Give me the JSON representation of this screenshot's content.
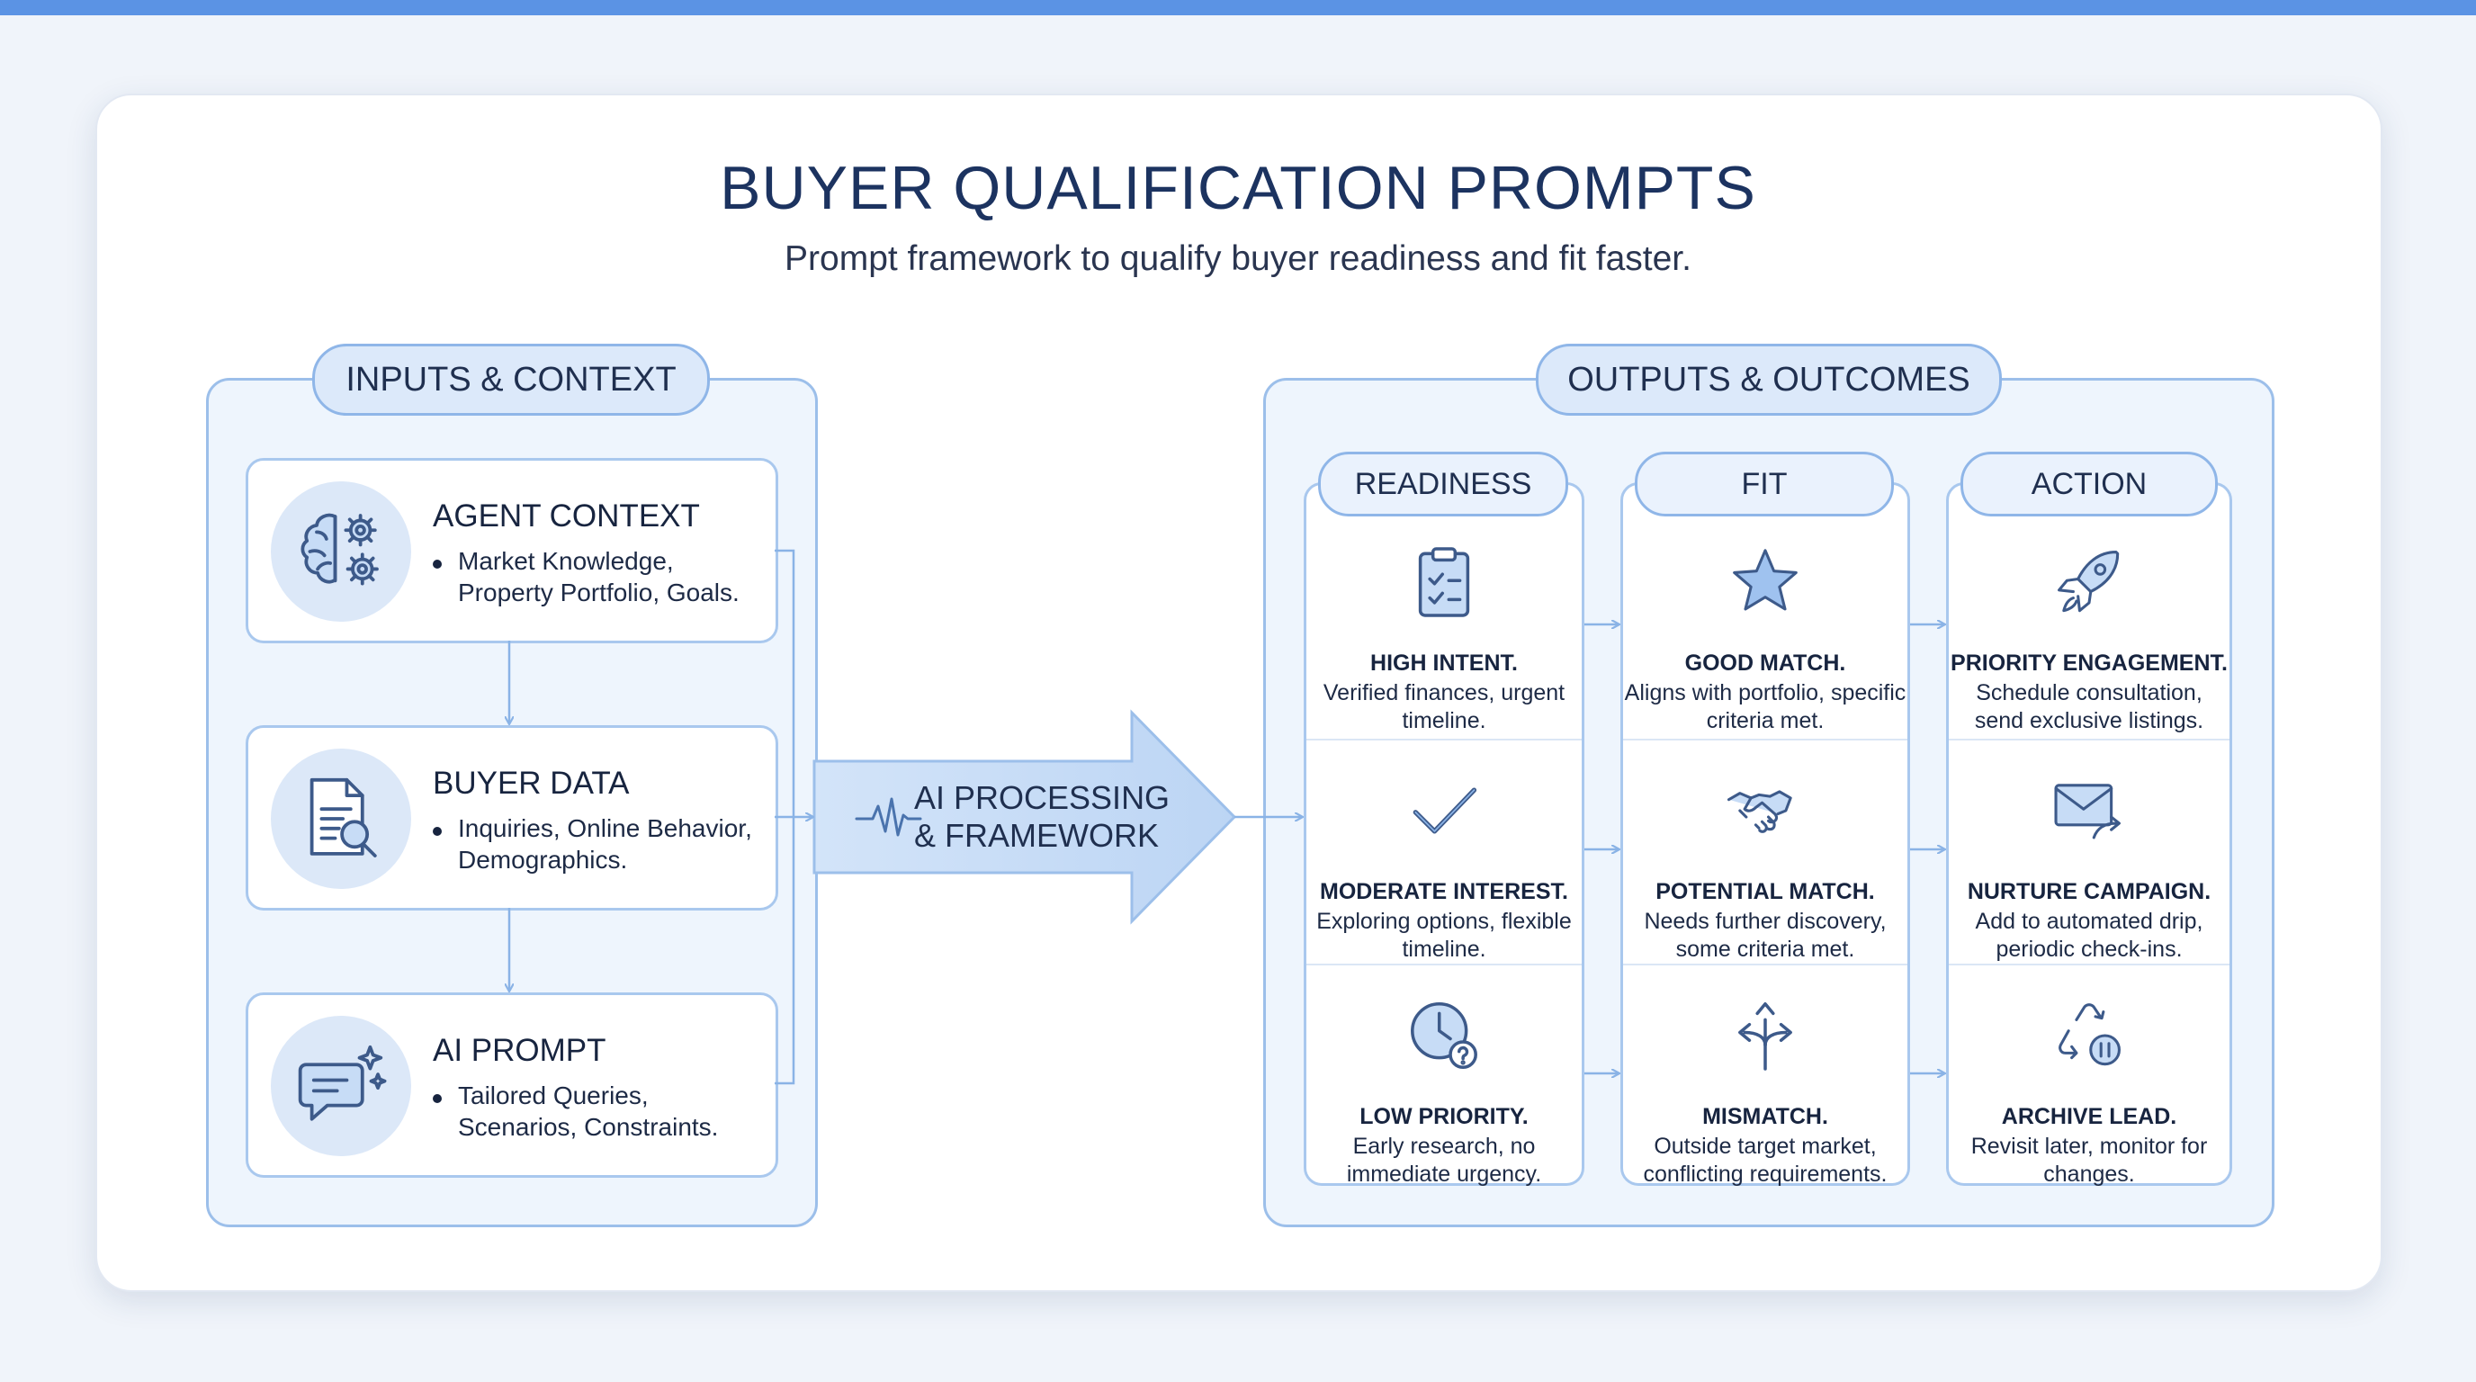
{
  "title": "BUYER QUALIFICATION PROMPTS",
  "subtitle": "Prompt framework to qualify buyer readiness and fit faster.",
  "inputs": {
    "label": "INPUTS & CONTEXT",
    "cards": [
      {
        "title": "AGENT CONTEXT",
        "text": "Market Knowledge, Property Portfolio, Goals.",
        "icon": "brain-gears-icon"
      },
      {
        "title": "BUYER DATA",
        "text": "Inquiries, Online Behavior, Demographics.",
        "icon": "document-search-icon"
      },
      {
        "title": "AI PROMPT",
        "text": "Tailored Queries, Scenarios, Constraints.",
        "icon": "chat-sparkle-icon"
      }
    ]
  },
  "processing": {
    "label": "AI PROCESSING & FRAMEWORK"
  },
  "outputs": {
    "label": "OUTPUTS & OUTCOMES",
    "columns": [
      {
        "label": "READINESS",
        "cells": [
          {
            "title": "HIGH INTENT.",
            "text": "Verified finances, urgent timeline.",
            "icon": "clipboard-check-icon"
          },
          {
            "title": "MODERATE INTEREST.",
            "text": "Exploring options, flexible timeline.",
            "icon": "checkmark-icon"
          },
          {
            "title": "LOW PRIORITY.",
            "text": "Early research, no immediate urgency.",
            "icon": "clock-question-icon"
          }
        ]
      },
      {
        "label": "FIT",
        "cells": [
          {
            "title": "GOOD MATCH.",
            "text": "Aligns with portfolio, specific criteria met.",
            "icon": "star-icon"
          },
          {
            "title": "POTENTIAL MATCH.",
            "text": "Needs further discovery, some criteria met.",
            "icon": "handshake-icon"
          },
          {
            "title": "MISMATCH.",
            "text": "Outside target market, conflicting requirements.",
            "icon": "diverging-arrows-icon"
          }
        ]
      },
      {
        "label": "ACTION",
        "cells": [
          {
            "title": "PRIORITY ENGAGEMENT.",
            "text": "Schedule consultation, send exclusive listings.",
            "icon": "rocket-icon"
          },
          {
            "title": "NURTURE CAMPAIGN.",
            "text": "Add to automated drip, periodic check-ins.",
            "icon": "envelope-arrow-icon"
          },
          {
            "title": "ARCHIVE LEAD.",
            "text": "Revisit later, monitor for changes.",
            "icon": "recycle-pause-icon"
          }
        ]
      }
    ]
  },
  "colors": {
    "accent": "#5b93e4",
    "line": "#9cbfea",
    "icon": "#3d5a8a",
    "icon_fill": "#c7dcf6"
  }
}
